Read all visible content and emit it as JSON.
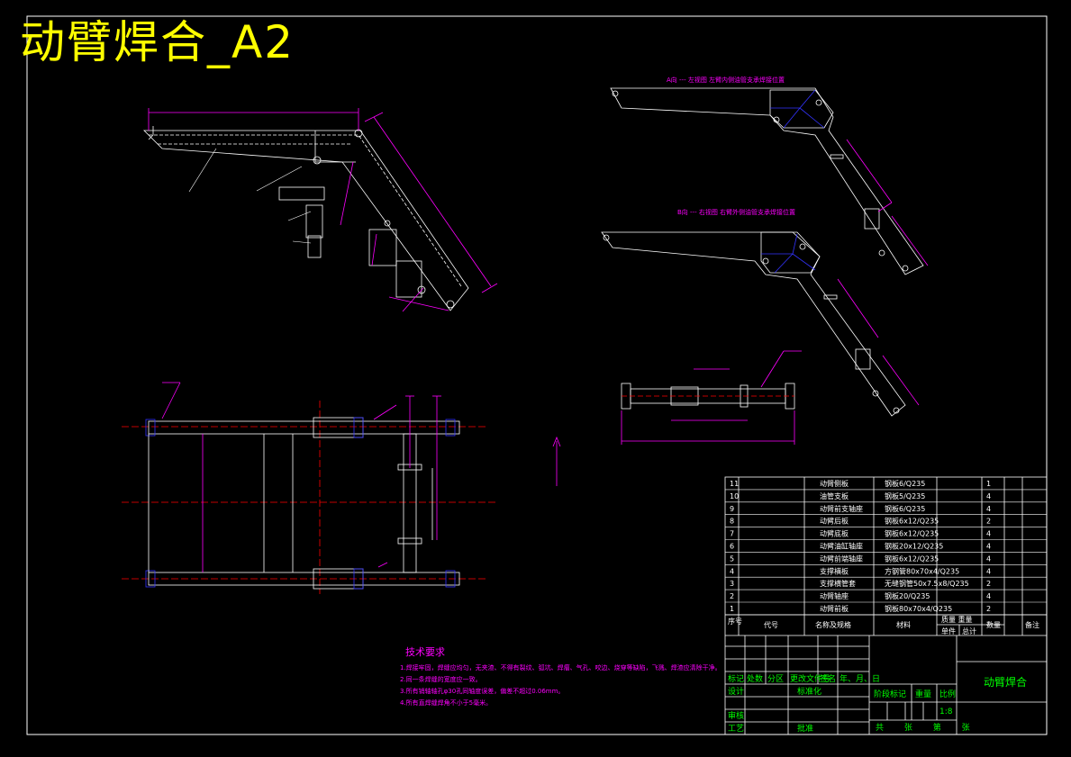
{
  "title": "动臂焊合_A2",
  "drawing_name": "动臂焊合",
  "scale": "1:8",
  "view_labels": {
    "top_right": "A向 --- 左视图  左臂内侧油管支承焊接位置",
    "mid_right": "B向 --- 右视图 右臂外侧油管支承焊接位置"
  },
  "tech_requirements": {
    "heading": "技术要求",
    "lines": [
      "1.焊接牢固，焊缝应均匀，无夹渣、不得有裂纹、弧坑、焊瘤、气孔、咬边、烧穿等缺陷，飞溅、焊渣应清除干净。",
      "2.同一条焊缝的宽度应一致。",
      "3.所有销轴轴孔φ30孔同轴度误差，偏差不超过0.06mm。",
      "4.所有直焊缝焊角不小于5毫米。"
    ]
  },
  "parts_list": {
    "rows": [
      {
        "no": "11",
        "name": "动臂侧板",
        "material": "钢板6/Q235",
        "qty": "1"
      },
      {
        "no": "10",
        "name": "油管支板",
        "material": "钢板5/Q235",
        "qty": "4"
      },
      {
        "no": "9",
        "name": "动臂前支轴座",
        "material": "钢板6/Q235",
        "qty": "4"
      },
      {
        "no": "8",
        "name": "动臂后板",
        "material": "钢板6x12/Q235",
        "qty": "2"
      },
      {
        "no": "7",
        "name": "动臂底板",
        "material": "钢板6x12/Q235",
        "qty": "4"
      },
      {
        "no": "6",
        "name": "动臂油缸轴座",
        "material": "钢板20x12/Q235",
        "qty": "4"
      },
      {
        "no": "5",
        "name": "动臂前端轴座",
        "material": "钢板6x12/Q235",
        "qty": "4"
      },
      {
        "no": "4",
        "name": "支撑横板",
        "material": "方钢管80x70x4/Q235",
        "qty": "4"
      },
      {
        "no": "3",
        "name": "支撑横管套",
        "material": "无缝钢管50x7.5x8/Q235",
        "qty": "2"
      },
      {
        "no": "2",
        "name": "动臂轴座",
        "material": "钢板20/Q235",
        "qty": "4"
      },
      {
        "no": "1",
        "name": "动臂前板",
        "material": "钢板80x70x4/Q235",
        "qty": "2"
      }
    ],
    "headers": {
      "no": "序号",
      "code": "代号",
      "name": "名称及规格",
      "material": "材料",
      "qty": "数量",
      "unit_weight": "单件",
      "total_weight": "总计",
      "weight": "质量 重量",
      "remark": "备注"
    }
  },
  "title_block": {
    "mark": "标记",
    "count": "处数",
    "zone": "分区",
    "change_no": "更改文件号",
    "sign": "签名",
    "date": "年、月、日",
    "design": "设计",
    "standard": "标准化",
    "stage": "阶段标记",
    "weight": "重量",
    "ratio": "比例",
    "check": "审核",
    "process": "工艺",
    "approve": "批准",
    "sheets": "共 张 第 张"
  }
}
